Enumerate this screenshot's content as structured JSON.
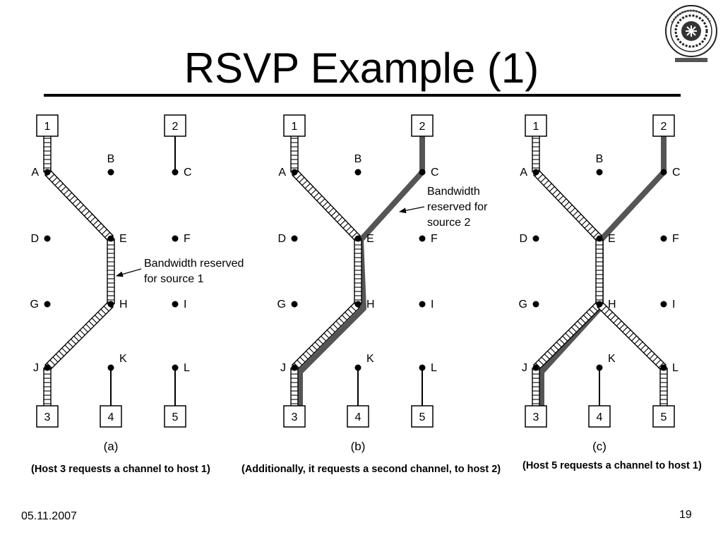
{
  "title": "RSVP Example (1)",
  "footer": {
    "date": "05.11.2007",
    "page": "19"
  },
  "colors": {
    "reserved_source_2": "#555555",
    "ladder": "#000000"
  },
  "panels": [
    {
      "label": "(a)",
      "caption": "(Host 3 requests a channel to host 1)",
      "annotations": [
        {
          "text": [
            "Bandwidth reserved",
            "for source 1"
          ]
        }
      ]
    },
    {
      "label": "(b)",
      "caption": "(Additionally, it requests a second channel, to host 2)",
      "annotations": [
        {
          "text": [
            "Bandwidth",
            "reserved for",
            "source 2"
          ]
        }
      ]
    },
    {
      "label": "(c)",
      "caption": "(Host 5 requests a channel to host 1)",
      "annotations": []
    }
  ],
  "hosts": [
    "1",
    "2",
    "3",
    "4",
    "5"
  ],
  "routers": [
    "A",
    "B",
    "C",
    "D",
    "E",
    "F",
    "G",
    "H",
    "I",
    "J",
    "K",
    "L"
  ]
}
